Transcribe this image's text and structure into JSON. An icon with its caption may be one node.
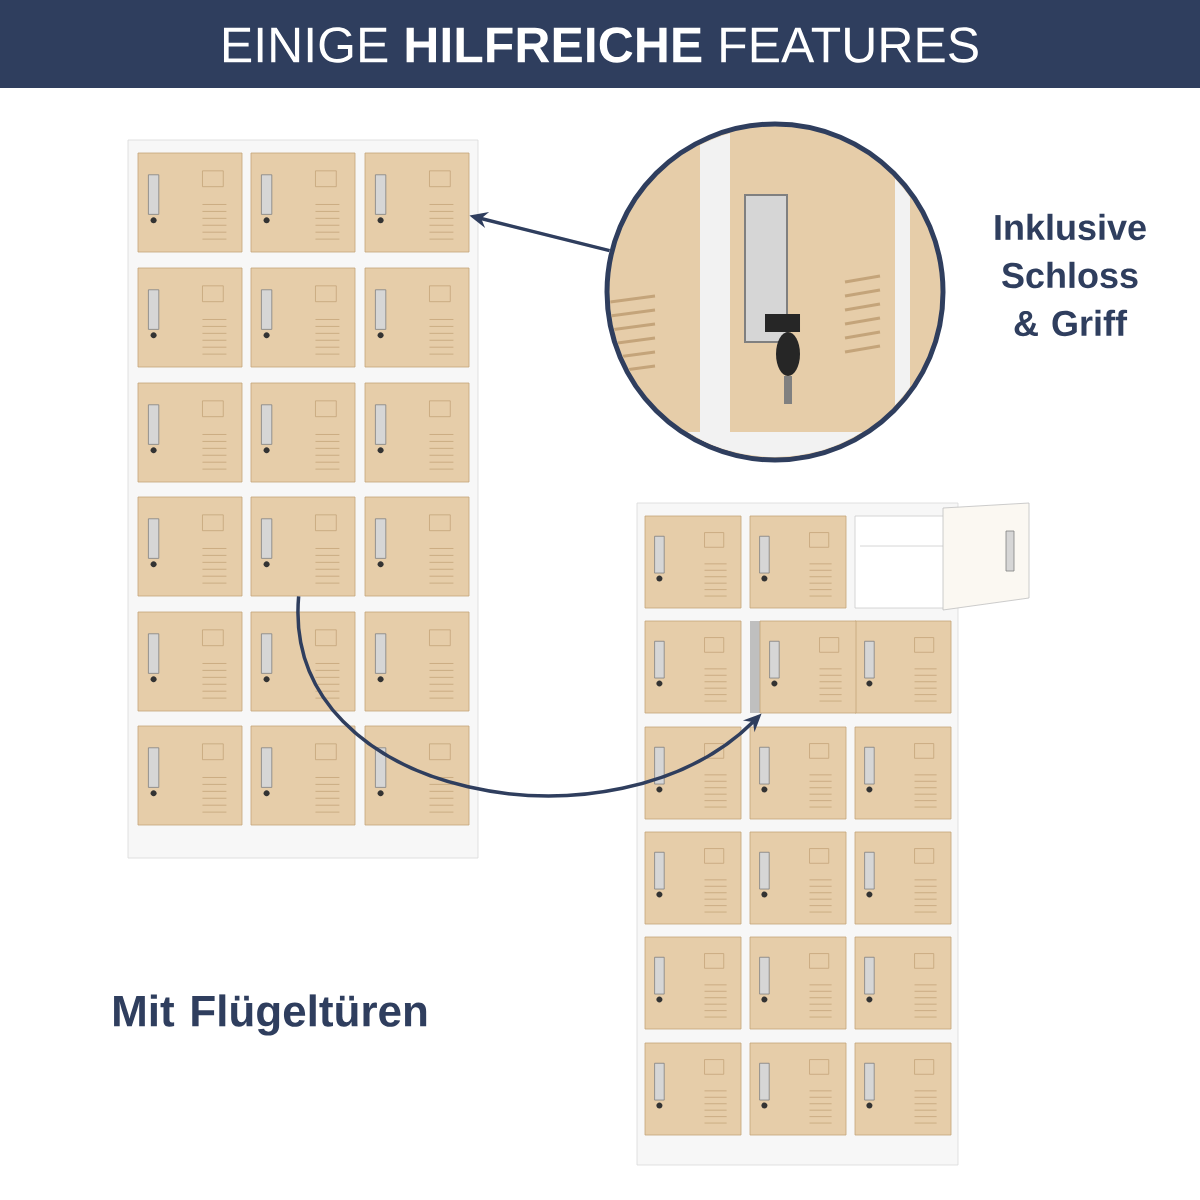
{
  "diagram": {
    "title": "EINIGE **HILFREICHE** FEATURES",
    "nodes": [
      {
        "text": [],
        "shape": "picture"
      },
      {
        "text": [],
        "shape": "picture",
        "beside": [
          "Inklusive Schloss & Griff"
        ]
      },
      {
        "text": [],
        "shape": "picture"
      },
      {
        "text": [],
        "shape": "box",
        "in": 0
      },
      {
        "text": [],
        "shape": "box",
        "in": 0
      },
      {
        "text": [],
        "shape": "box",
        "in": 2
      }
    ],
    "edges": [
      {
        "from": 1,
        "to": 3,
        "arrow": "to"
      },
      {
        "from": 4,
        "to": 5,
        "arrow": "to"
      }
    ],
    "labels": [
      "Mit Flügeltüren"
    ]
  }
}
